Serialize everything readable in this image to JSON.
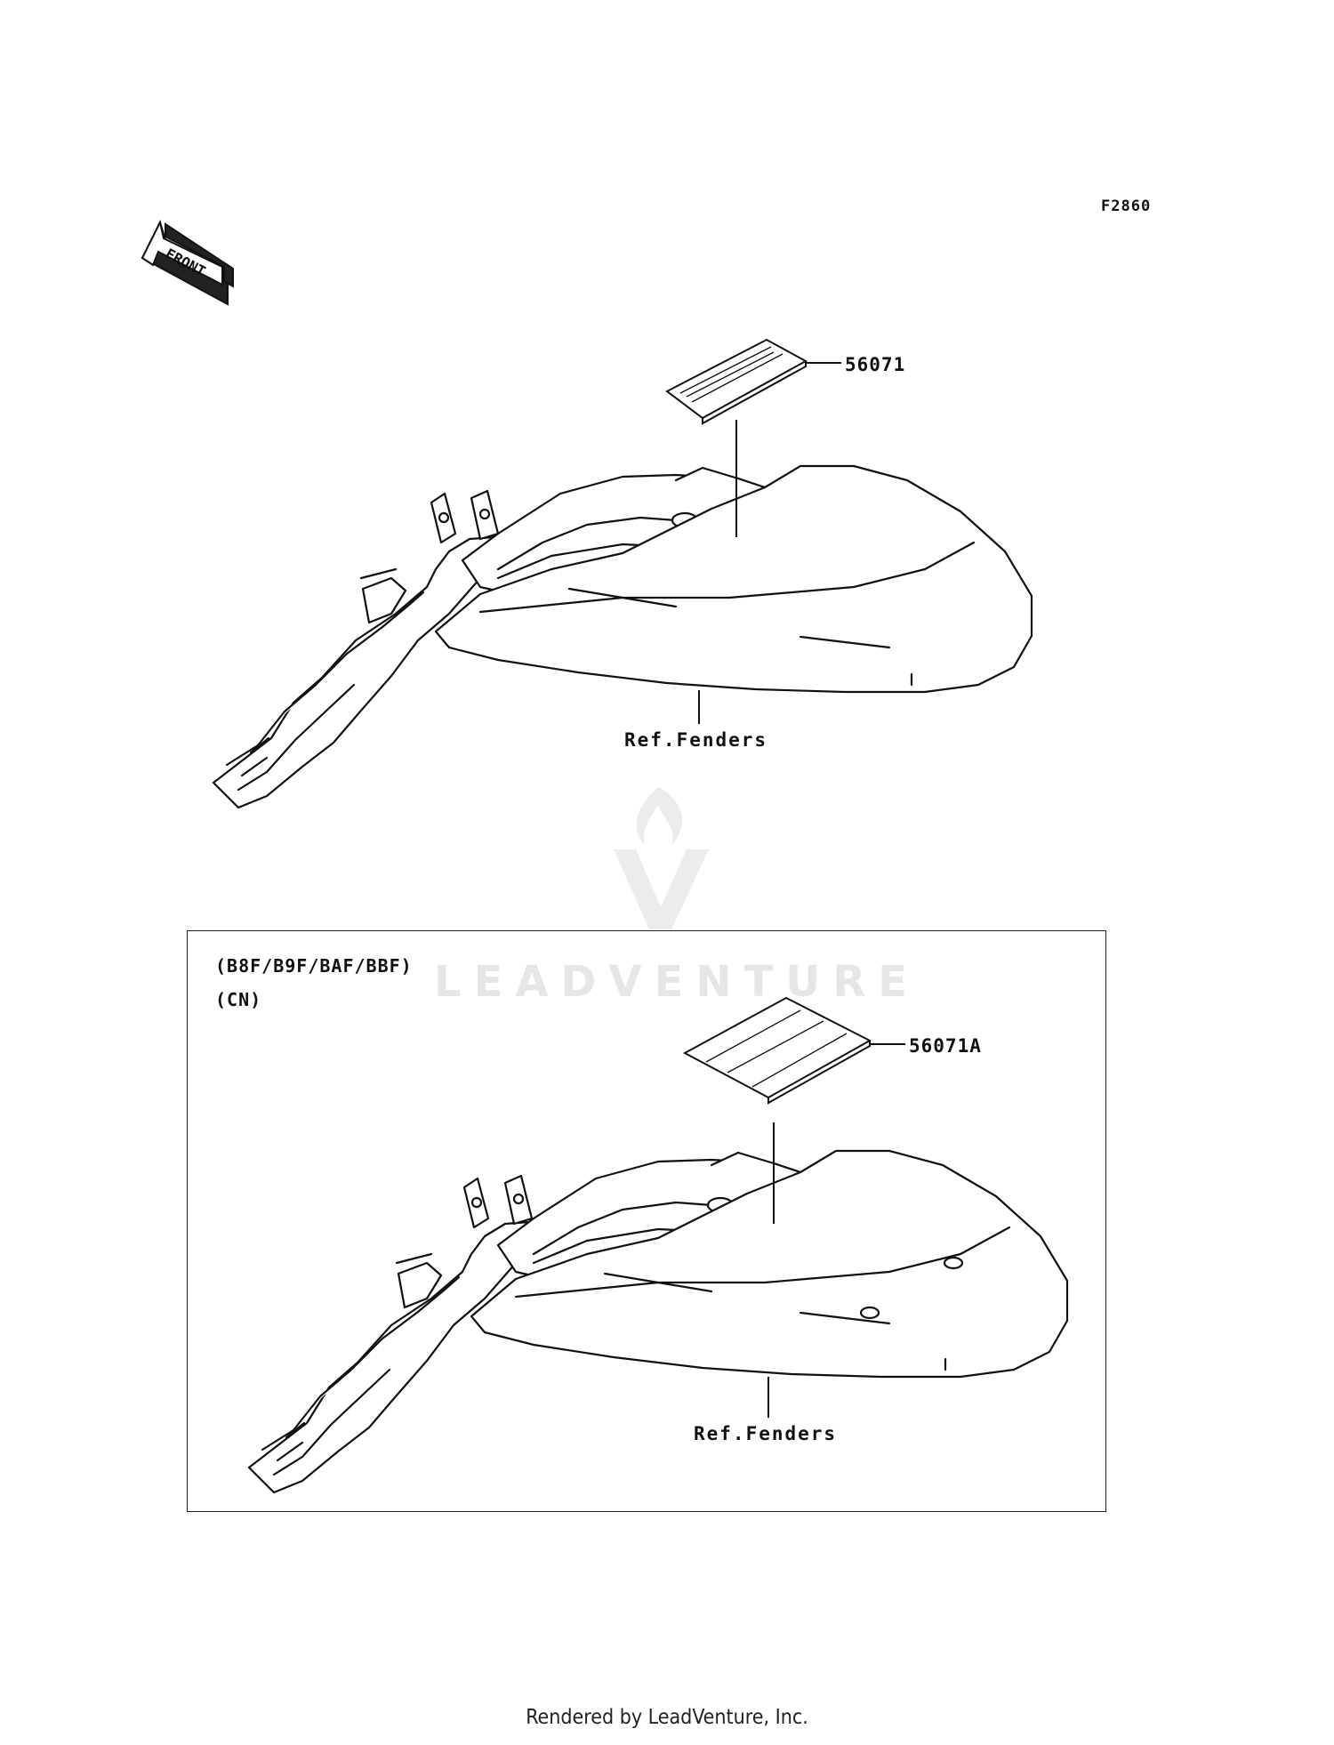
{
  "diagram": {
    "id": "F2860",
    "front_indicator": "FRONT"
  },
  "upper_assembly": {
    "part_number": "56071",
    "reference": "Ref.Fenders"
  },
  "lower_assembly": {
    "models": "(B8F/B9F/BAF/BBF)",
    "region": "(CN)",
    "part_number": "56071A",
    "reference": "Ref.Fenders"
  },
  "watermark": "LEADVENTURE",
  "footer": "Rendered by LeadVenture, Inc."
}
